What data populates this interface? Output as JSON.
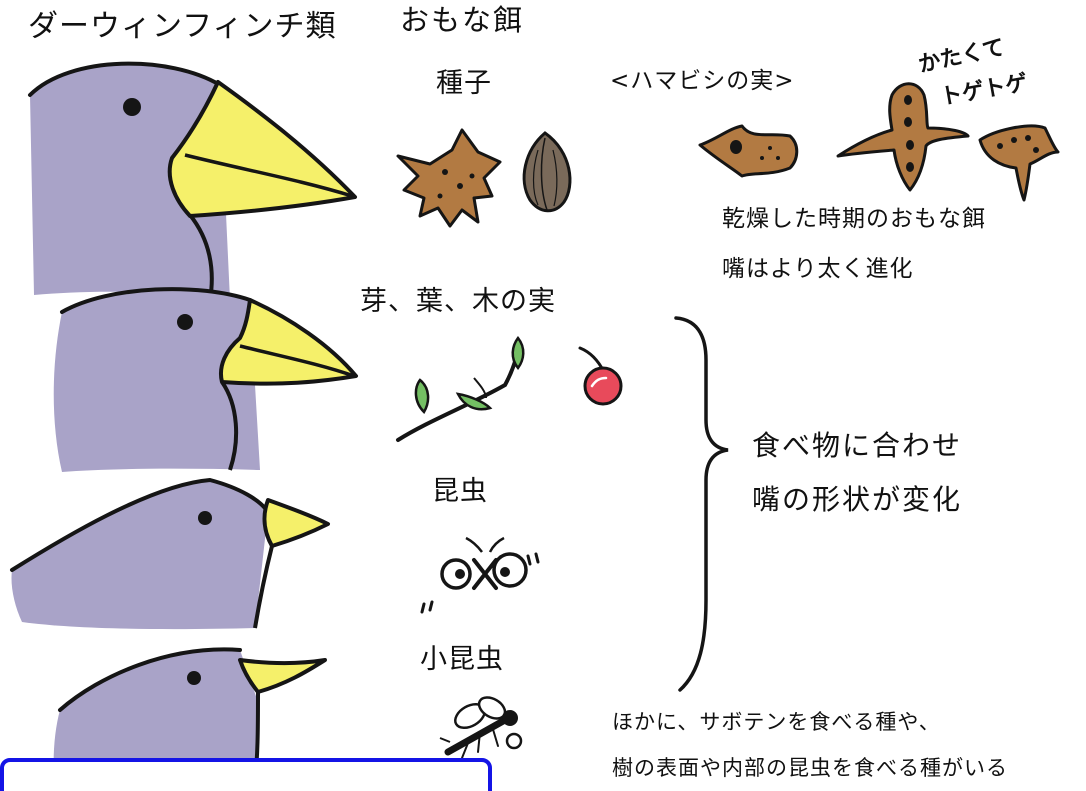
{
  "title": "ダーウィンフィンチ類",
  "food_header": "おもな餌",
  "foods": {
    "seeds": "種子",
    "buds": "芽、葉、木の実",
    "insects": "昆虫",
    "small_insects": "小昆虫"
  },
  "caltrop": {
    "label": "<ハマビシの実>",
    "hard_note_line1": "かたくて",
    "hard_note_line2": "トゲトゲ",
    "dry_note_line1": "乾燥した時期のおもな餌",
    "dry_note_line2": "嘴はより太く進化"
  },
  "brace_note": {
    "line1": "食べ物に合わせ",
    "line2": "嘴の形状が変化"
  },
  "footer_note": {
    "line1": "ほかに、サボテンを食べる種や、",
    "line2": "樹の表面や内部の昆虫を食べる種がいる"
  },
  "colors": {
    "head": "#a9a3c8",
    "beak": "#f5f06a",
    "seed": "#b27a42",
    "leaf": "#74bf63",
    "cherry": "#e84a5b",
    "frame": "#1414e6"
  }
}
